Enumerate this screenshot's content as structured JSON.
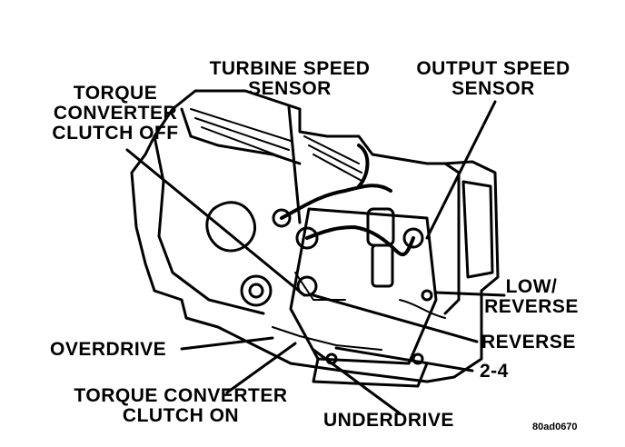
{
  "labels": {
    "turbine_speed_sensor": [
      "TURBINE SPEED",
      "SENSOR"
    ],
    "output_speed_sensor": [
      "OUTPUT SPEED",
      "SENSOR"
    ],
    "tcc_off": [
      "TORQUE",
      "CONVERTER",
      "CLUTCH OFF"
    ],
    "low_reverse": [
      "LOW/",
      "REVERSE"
    ],
    "reverse": "REVERSE",
    "overdrive": "OVERDRIVE",
    "two_four": "2-4",
    "tcc_on": [
      "TORQUE CONVERTER",
      "CLUTCH ON"
    ],
    "underdrive": "UNDERDRIVE"
  },
  "figure_code": "80ad0670"
}
